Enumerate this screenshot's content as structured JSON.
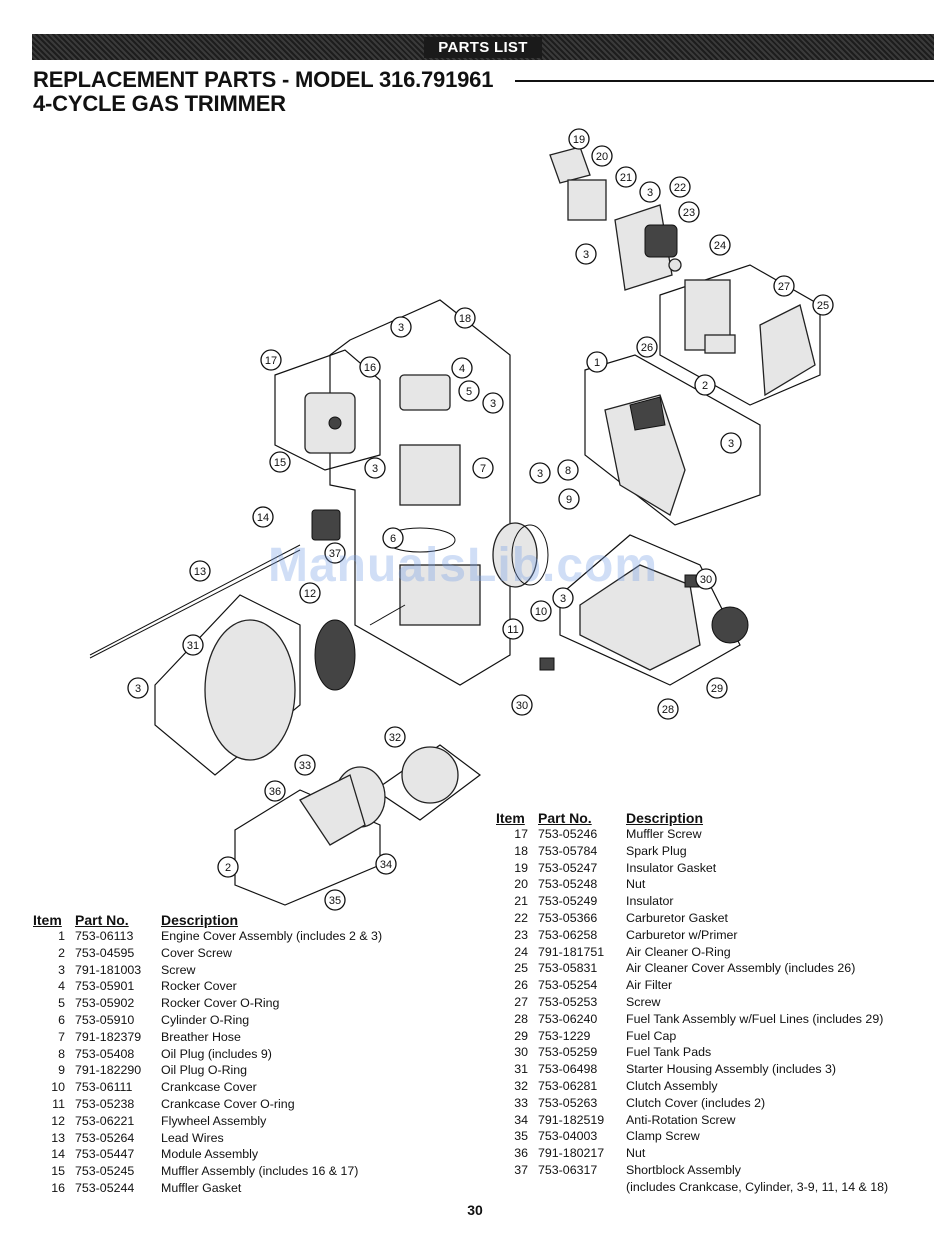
{
  "banner": "PARTS LIST",
  "title": {
    "line1": "REPLACEMENT PARTS - MODEL 316.791961",
    "line2": "4-CYCLE GAS TRIMMER"
  },
  "watermark": "ManualsLib.com",
  "table_headers": {
    "item": "Item",
    "part": "Part No.",
    "desc": "Description"
  },
  "parts_left": [
    {
      "item": "1",
      "part": "753-06113",
      "desc": "Engine Cover Assembly (includes 2 & 3)"
    },
    {
      "item": "2",
      "part": "753-04595",
      "desc": "Cover Screw"
    },
    {
      "item": "3",
      "part": "791-181003",
      "desc": "Screw"
    },
    {
      "item": "4",
      "part": "753-05901",
      "desc": "Rocker Cover"
    },
    {
      "item": "5",
      "part": "753-05902",
      "desc": "Rocker Cover O-Ring"
    },
    {
      "item": "6",
      "part": "753-05910",
      "desc": "Cylinder O-Ring"
    },
    {
      "item": "7",
      "part": "791-182379",
      "desc": "Breather Hose"
    },
    {
      "item": "8",
      "part": "753-05408",
      "desc": "Oil Plug (includes 9)"
    },
    {
      "item": "9",
      "part": "791-182290",
      "desc": "Oil Plug O-Ring"
    },
    {
      "item": "10",
      "part": "753-06111",
      "desc": "Crankcase Cover"
    },
    {
      "item": "11",
      "part": "753-05238",
      "desc": "Crankcase Cover O-ring"
    },
    {
      "item": "12",
      "part": "753-06221",
      "desc": "Flywheel Assembly"
    },
    {
      "item": "13",
      "part": "753-05264",
      "desc": "Lead Wires"
    },
    {
      "item": "14",
      "part": "753-05447",
      "desc": "Module Assembly"
    },
    {
      "item": "15",
      "part": "753-05245",
      "desc": "Muffler Assembly (includes 16 & 17)"
    },
    {
      "item": "16",
      "part": "753-05244",
      "desc": "Muffler Gasket"
    }
  ],
  "parts_right": [
    {
      "item": "17",
      "part": "753-05246",
      "desc": "Muffler Screw"
    },
    {
      "item": "18",
      "part": "753-05784",
      "desc": "Spark Plug"
    },
    {
      "item": "19",
      "part": "753-05247",
      "desc": "Insulator Gasket"
    },
    {
      "item": "20",
      "part": "753-05248",
      "desc": "Nut"
    },
    {
      "item": "21",
      "part": "753-05249",
      "desc": "Insulator"
    },
    {
      "item": "22",
      "part": "753-05366",
      "desc": "Carburetor Gasket"
    },
    {
      "item": "23",
      "part": "753-06258",
      "desc": "Carburetor w/Primer"
    },
    {
      "item": "24",
      "part": "791-181751",
      "desc": "Air Cleaner O-Ring"
    },
    {
      "item": "25",
      "part": "753-05831",
      "desc": "Air Cleaner Cover Assembly (includes 26)"
    },
    {
      "item": "26",
      "part": "753-05254",
      "desc": "Air Filter"
    },
    {
      "item": "27",
      "part": "753-05253",
      "desc": "Screw"
    },
    {
      "item": "28",
      "part": "753-06240",
      "desc": "Fuel Tank Assembly w/Fuel Lines (includes 29)"
    },
    {
      "item": "29",
      "part": "753-1229",
      "desc": "Fuel Cap"
    },
    {
      "item": "30",
      "part": "753-05259",
      "desc": "Fuel Tank Pads"
    },
    {
      "item": "31",
      "part": "753-06498",
      "desc": "Starter Housing Assembly (includes 3)"
    },
    {
      "item": "32",
      "part": "753-06281",
      "desc": "Clutch Assembly"
    },
    {
      "item": "33",
      "part": "753-05263",
      "desc": "Clutch Cover (includes 2)"
    },
    {
      "item": "34",
      "part": "791-182519",
      "desc": "Anti-Rotation Screw"
    },
    {
      "item": "35",
      "part": "753-04003",
      "desc": "Clamp Screw"
    },
    {
      "item": "36",
      "part": "791-180217",
      "desc": "Nut"
    },
    {
      "item": "37",
      "part": "753-06317",
      "desc": "Shortblock Assembly"
    }
  ],
  "part37_note": "(includes Crankcase, Cylinder, 3-9, 11, 14 & 18)",
  "callouts": [
    "19",
    "20",
    "21",
    "3",
    "22",
    "23",
    "3",
    "24",
    "27",
    "25",
    "26",
    "1",
    "2",
    "3",
    "3",
    "18",
    "4",
    "5",
    "3",
    "17",
    "16",
    "15",
    "3",
    "7",
    "3",
    "8",
    "9",
    "14",
    "37",
    "6",
    "13",
    "12",
    "30",
    "31",
    "10",
    "3",
    "11",
    "3",
    "29",
    "30",
    "28",
    "32",
    "33",
    "36",
    "34",
    "2",
    "35"
  ],
  "page_number": "30"
}
